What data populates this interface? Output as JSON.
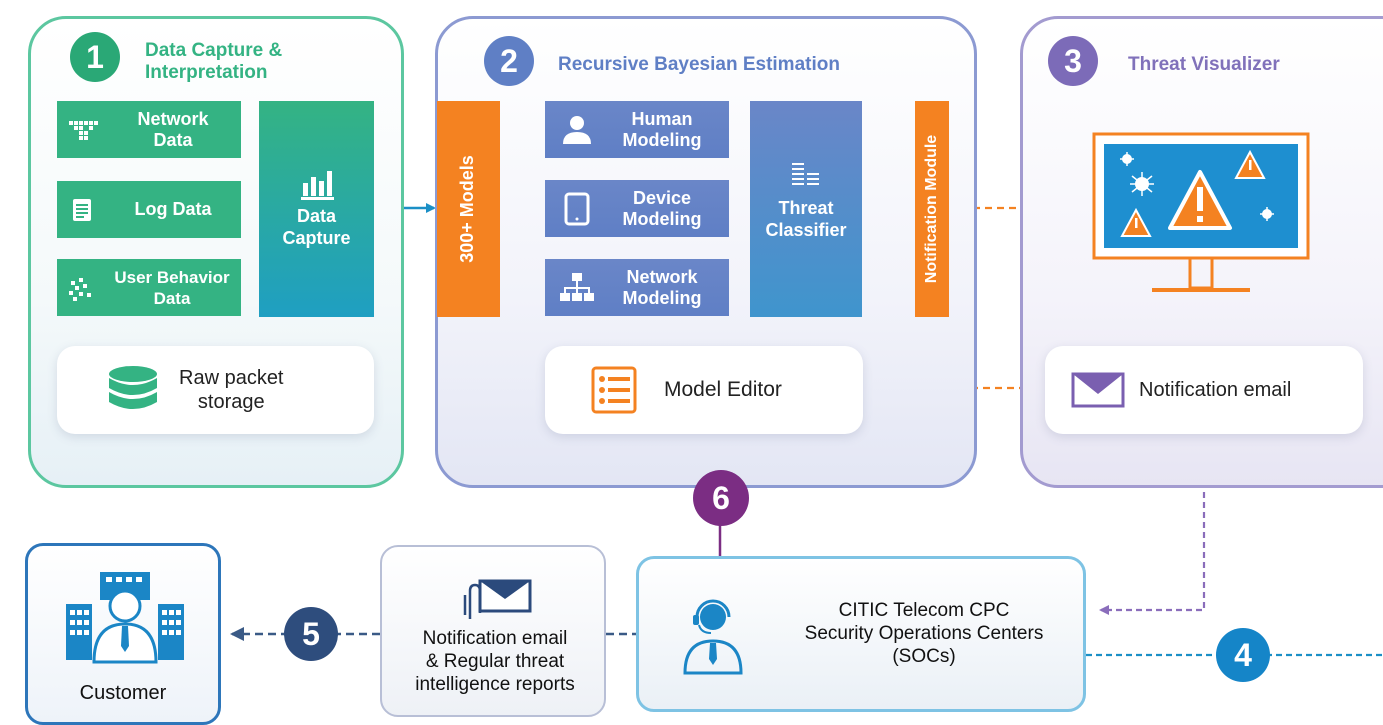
{
  "panel1": {
    "number": "1",
    "title_line1": "Data Capture &",
    "title_line2": "Interpretation",
    "network_data": [
      "Network",
      "Data"
    ],
    "log_data": "Log Data",
    "user_behavior": [
      "User Behavior",
      "Data"
    ],
    "data_capture": [
      "Data",
      "Capture"
    ],
    "raw_storage": [
      "Raw packet",
      "storage"
    ]
  },
  "panel2": {
    "number": "2",
    "title": "Recursive Bayesian Estimation",
    "models": "300+ Models",
    "human": [
      "Human",
      "Modeling"
    ],
    "device": [
      "Device",
      "Modeling"
    ],
    "network": [
      "Network",
      "Modeling"
    ],
    "classifier": [
      "Threat",
      "Classifier"
    ],
    "notification_module": "Notification Module",
    "model_editor": "Model Editor"
  },
  "panel3": {
    "number": "3",
    "title": "Threat Visualizer",
    "notification_email": "Notification email"
  },
  "bottom": {
    "step6": "6",
    "step5": "5",
    "step4": "4",
    "soc": [
      "CITIC Telecom CPC",
      "Security Operations Centers",
      "(SOCs)"
    ],
    "reports": [
      "Notification email",
      "& Regular threat",
      "intelligence reports"
    ],
    "customer": "Customer"
  },
  "colors": {
    "green": "#34b383",
    "blue_box": "#6384c6",
    "teal_capture": "#1b9bc0",
    "orange": "#f48221",
    "purple": "#7b2d83",
    "navy": "#2b4a7c",
    "bright_blue": "#1285c6"
  }
}
